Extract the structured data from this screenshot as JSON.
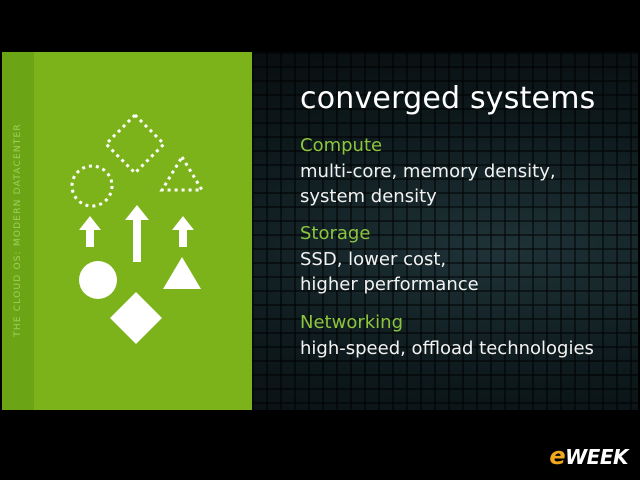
{
  "slide": {
    "vertical_label": "THE CLOUD OS: MODERN DATACENTER",
    "heading": "converged systems",
    "sections": [
      {
        "title": "Compute",
        "lines": [
          "multi-core, memory density,",
          "system density"
        ]
      },
      {
        "title": "Storage",
        "lines": [
          "SSD, lower cost,",
          "higher performance"
        ]
      },
      {
        "title": "Networking",
        "lines": [
          "high-speed, offload technologies"
        ]
      }
    ]
  },
  "logo": {
    "prefix": "e",
    "suffix": "WEEK"
  },
  "icons": [
    "dotted-diamond-icon",
    "dotted-circle-icon",
    "dotted-triangle-icon",
    "up-arrow-icon",
    "filled-circle-icon",
    "filled-triangle-icon",
    "filled-diamond-icon"
  ],
  "colors": {
    "panel_green": "#7cb31b",
    "accent_green": "#8cc63f",
    "logo_orange": "#f2a81d"
  }
}
